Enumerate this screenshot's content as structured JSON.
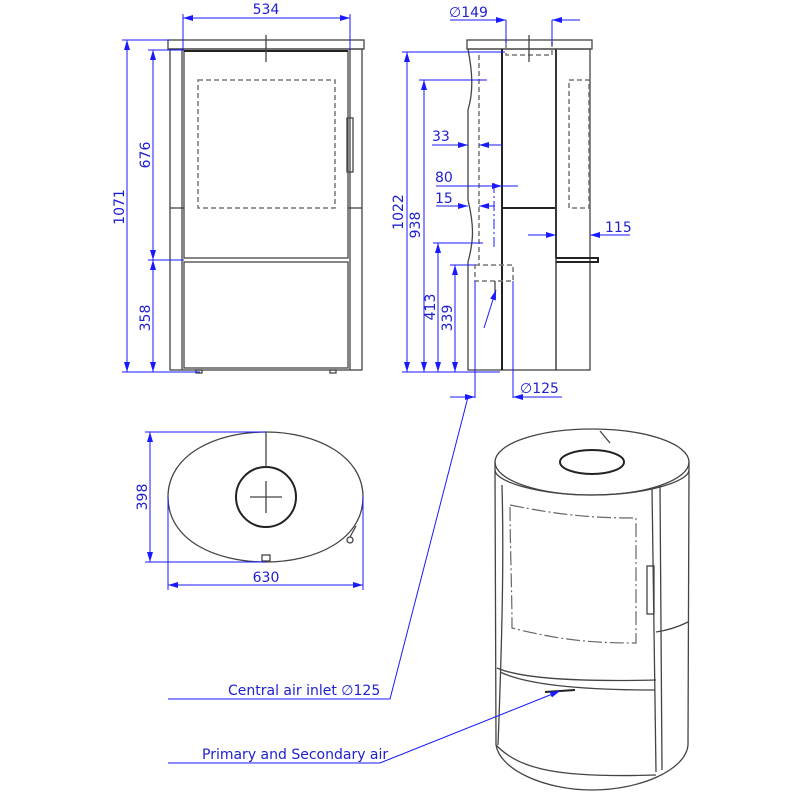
{
  "front_view": {
    "width": "534",
    "height_total": "1071",
    "height_door": "676",
    "height_base": "358"
  },
  "side_view": {
    "flue_dia": "∅149",
    "height_flue": "1022",
    "height_938": "938",
    "height_413": "413",
    "height_339": "339",
    "dim_33": "33",
    "dim_80": "80",
    "dim_15": "15",
    "dim_115": "115",
    "inlet_dia": "∅125"
  },
  "top_view": {
    "depth": "398",
    "width": "630"
  },
  "callouts": {
    "central_air": "Central air inlet ∅125",
    "primary_secondary": "Primary and Secondary air"
  },
  "colors": {
    "dimension": "#1a1aff",
    "outline": "#444444"
  }
}
